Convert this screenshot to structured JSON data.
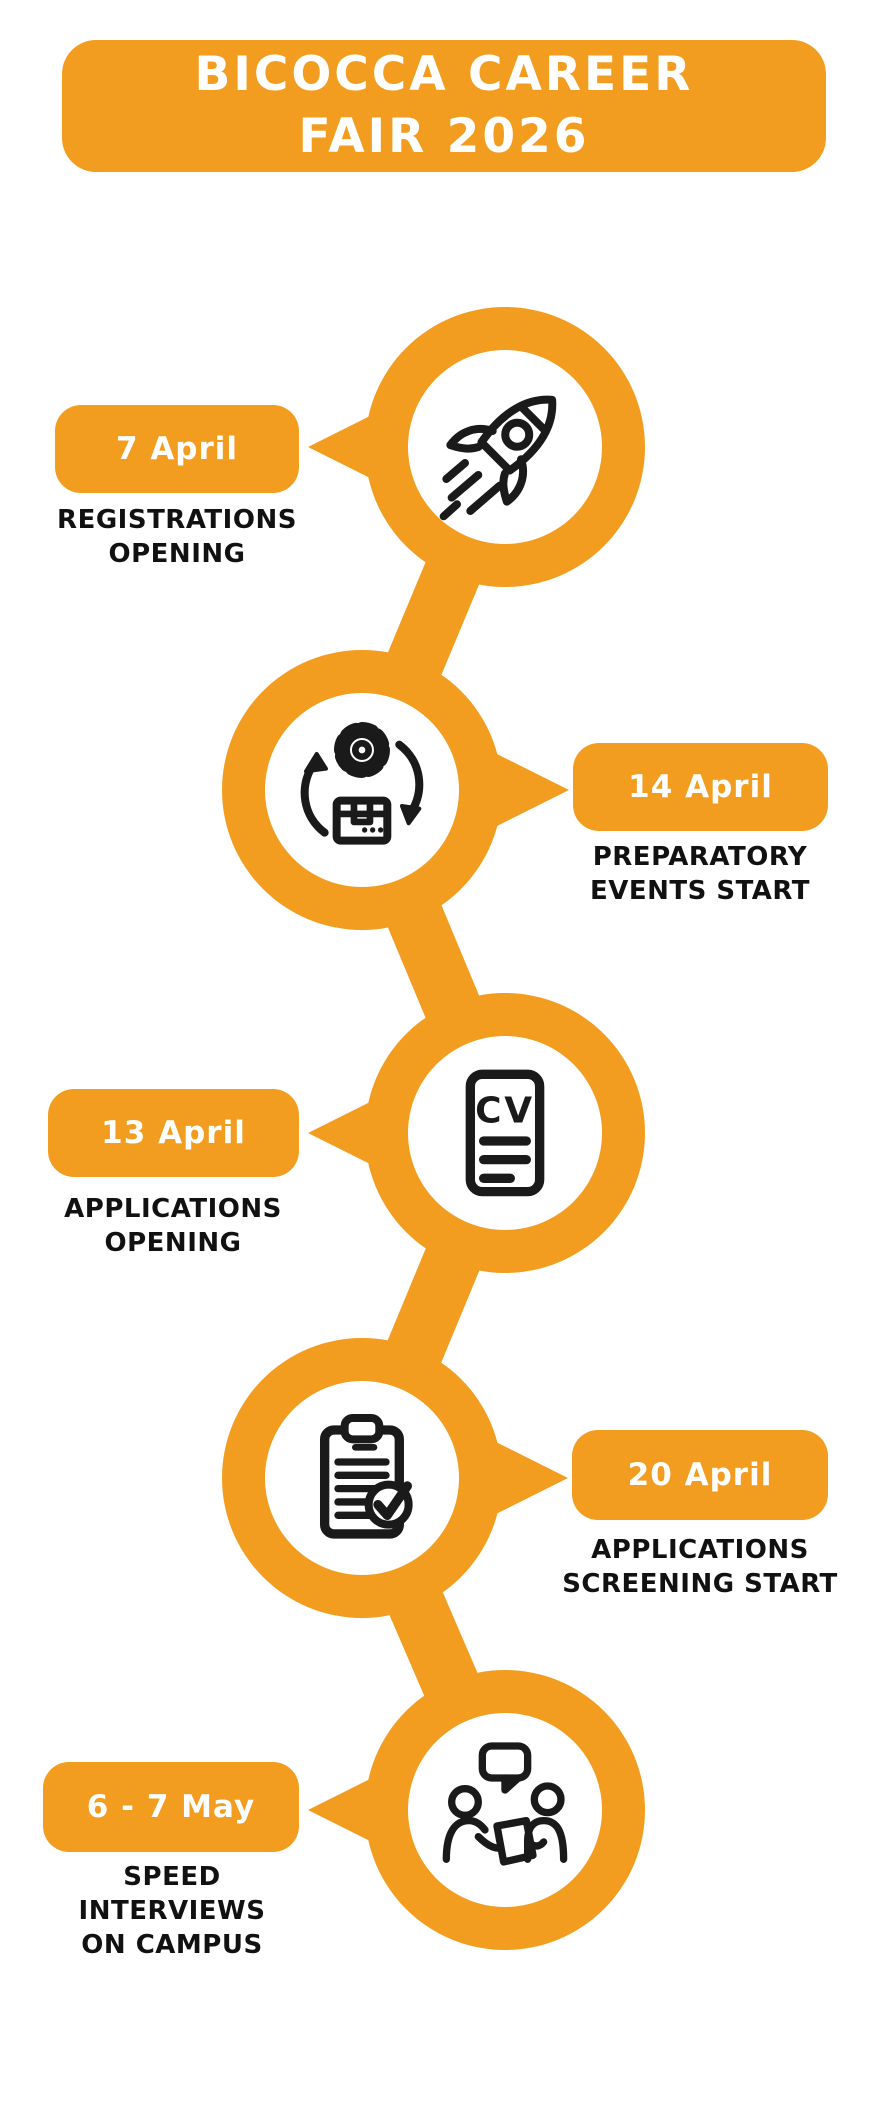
{
  "page": {
    "background": "#FFFFFF"
  },
  "header": {
    "title_line1": "BICOCCA CAREER",
    "title_line2": "FAIR 2026"
  },
  "colors": {
    "accent_orange": "#F29D20",
    "icon_black": "#1A1A1A",
    "label_text": "#111111",
    "badge_text": "#FFFFFF"
  },
  "milestones": [
    {
      "date": "7 April",
      "label_lines": [
        "REGISTRATIONS",
        "OPENING"
      ],
      "icon": "rocket",
      "side": "left"
    },
    {
      "date": "14 April",
      "label_lines": [
        "PREPARATORY",
        "EVENTS START"
      ],
      "icon": "process-gear",
      "side": "right"
    },
    {
      "date": "13 April",
      "label_lines": [
        "APPLICATIONS",
        "OPENING"
      ],
      "icon": "cv-document",
      "side": "left"
    },
    {
      "date": "20 April",
      "label_lines": [
        "APPLICATIONS",
        "SCREENING START"
      ],
      "icon": "clipboard-check",
      "side": "right"
    },
    {
      "date": "6 - 7 May",
      "label_lines": [
        "SPEED",
        "INTERVIEWS",
        "ON CAMPUS"
      ],
      "icon": "interview",
      "side": "left"
    }
  ]
}
